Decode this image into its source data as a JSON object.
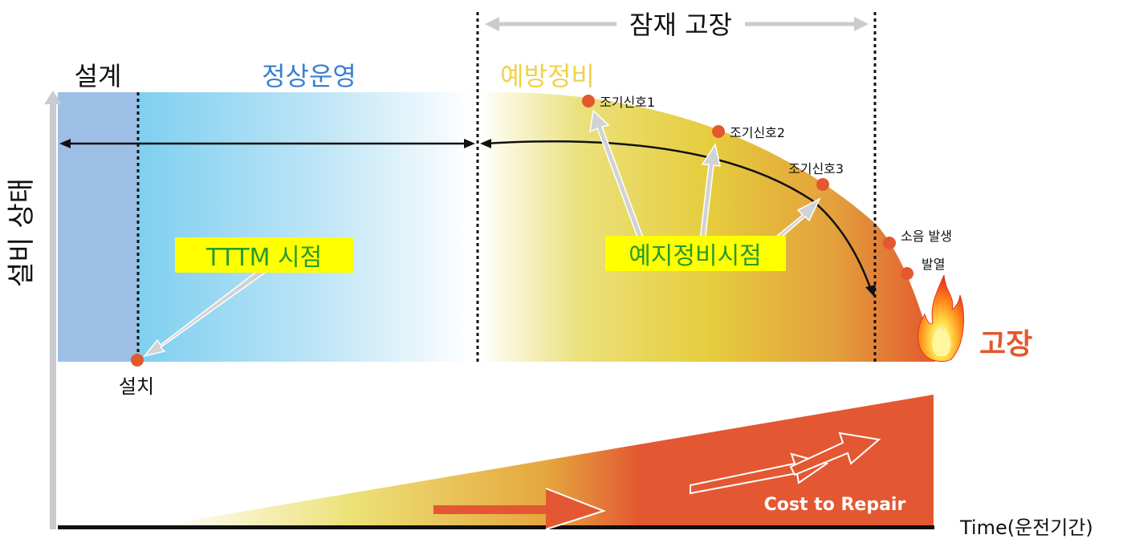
{
  "labels": {
    "latent_failure": "잠재 고장",
    "design": "설계",
    "normal_operation": "정상운영",
    "preventive_maintenance": "예방정비",
    "y_axis": "설비 상태",
    "tttm_point": "TTTM 시점",
    "predictive_point": "예지정비시점",
    "installation": "설치",
    "failure": "고장",
    "cost_to_repair": "Cost to Repair",
    "x_axis": "Time(운전기간)"
  },
  "signals": [
    {
      "label": "조기신호1"
    },
    {
      "label": "조기신호2"
    },
    {
      "label": "조기신호3"
    },
    {
      "label": "소음 발생"
    },
    {
      "label": "발열"
    }
  ],
  "colors": {
    "design_blue": "#9dbfe5",
    "operation_blue": "#8fd4ef",
    "yellow": "#e7d24a",
    "orange_red": "#e3582f",
    "highlight_yellow": "#ffff00",
    "highlight_text_green": "#2a9a2a",
    "title_blue": "#3a7fd0",
    "title_yellow": "#f0d24a"
  }
}
